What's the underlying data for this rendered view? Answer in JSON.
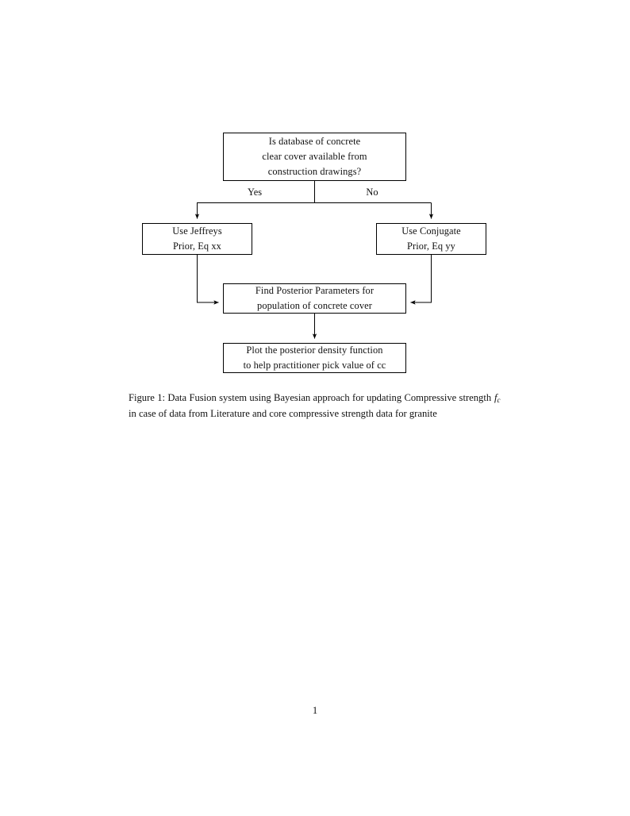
{
  "document": {
    "page_number": "1"
  },
  "figure": {
    "nodes": [
      {
        "id": "decision",
        "name": "decision-node",
        "lines": [
          "Is database of concrete",
          "clear cover available from",
          "construction drawings?"
        ]
      },
      {
        "id": "jeffreys",
        "name": "jeffreys-prior-node",
        "lines": [
          "Use Jeffreys",
          "Prior, Eq xx"
        ]
      },
      {
        "id": "conjugate",
        "name": "conjugate-prior-node",
        "lines": [
          "Use Conjugate",
          "Prior, Eq yy"
        ]
      },
      {
        "id": "posterior",
        "name": "posterior-parameters-node",
        "lines": [
          "Find Posterior Parameters for",
          "population of concrete cover"
        ]
      },
      {
        "id": "plot",
        "name": "plot-density-node",
        "lines": [
          "Plot the posterior density function",
          "to help practitioner pick value of cc"
        ]
      }
    ],
    "edge_labels": {
      "yes": "Yes",
      "no": "No"
    },
    "line_color": "#000000",
    "fill_color": "#ffffff"
  },
  "caption": {
    "label": "Figure 1:",
    "part1": "Data Fusion system using Bayesian approach for updating Compressive strength",
    "math_base": "f",
    "math_sub": "c",
    "part2": "in case of data from Literature and core compressive strength data for granite",
    "full_text": "Figure 1: Data Fusion system using Bayesian approach for updating Compressive strength f_c in case of data from Literature and core compressive strength data for granite"
  }
}
